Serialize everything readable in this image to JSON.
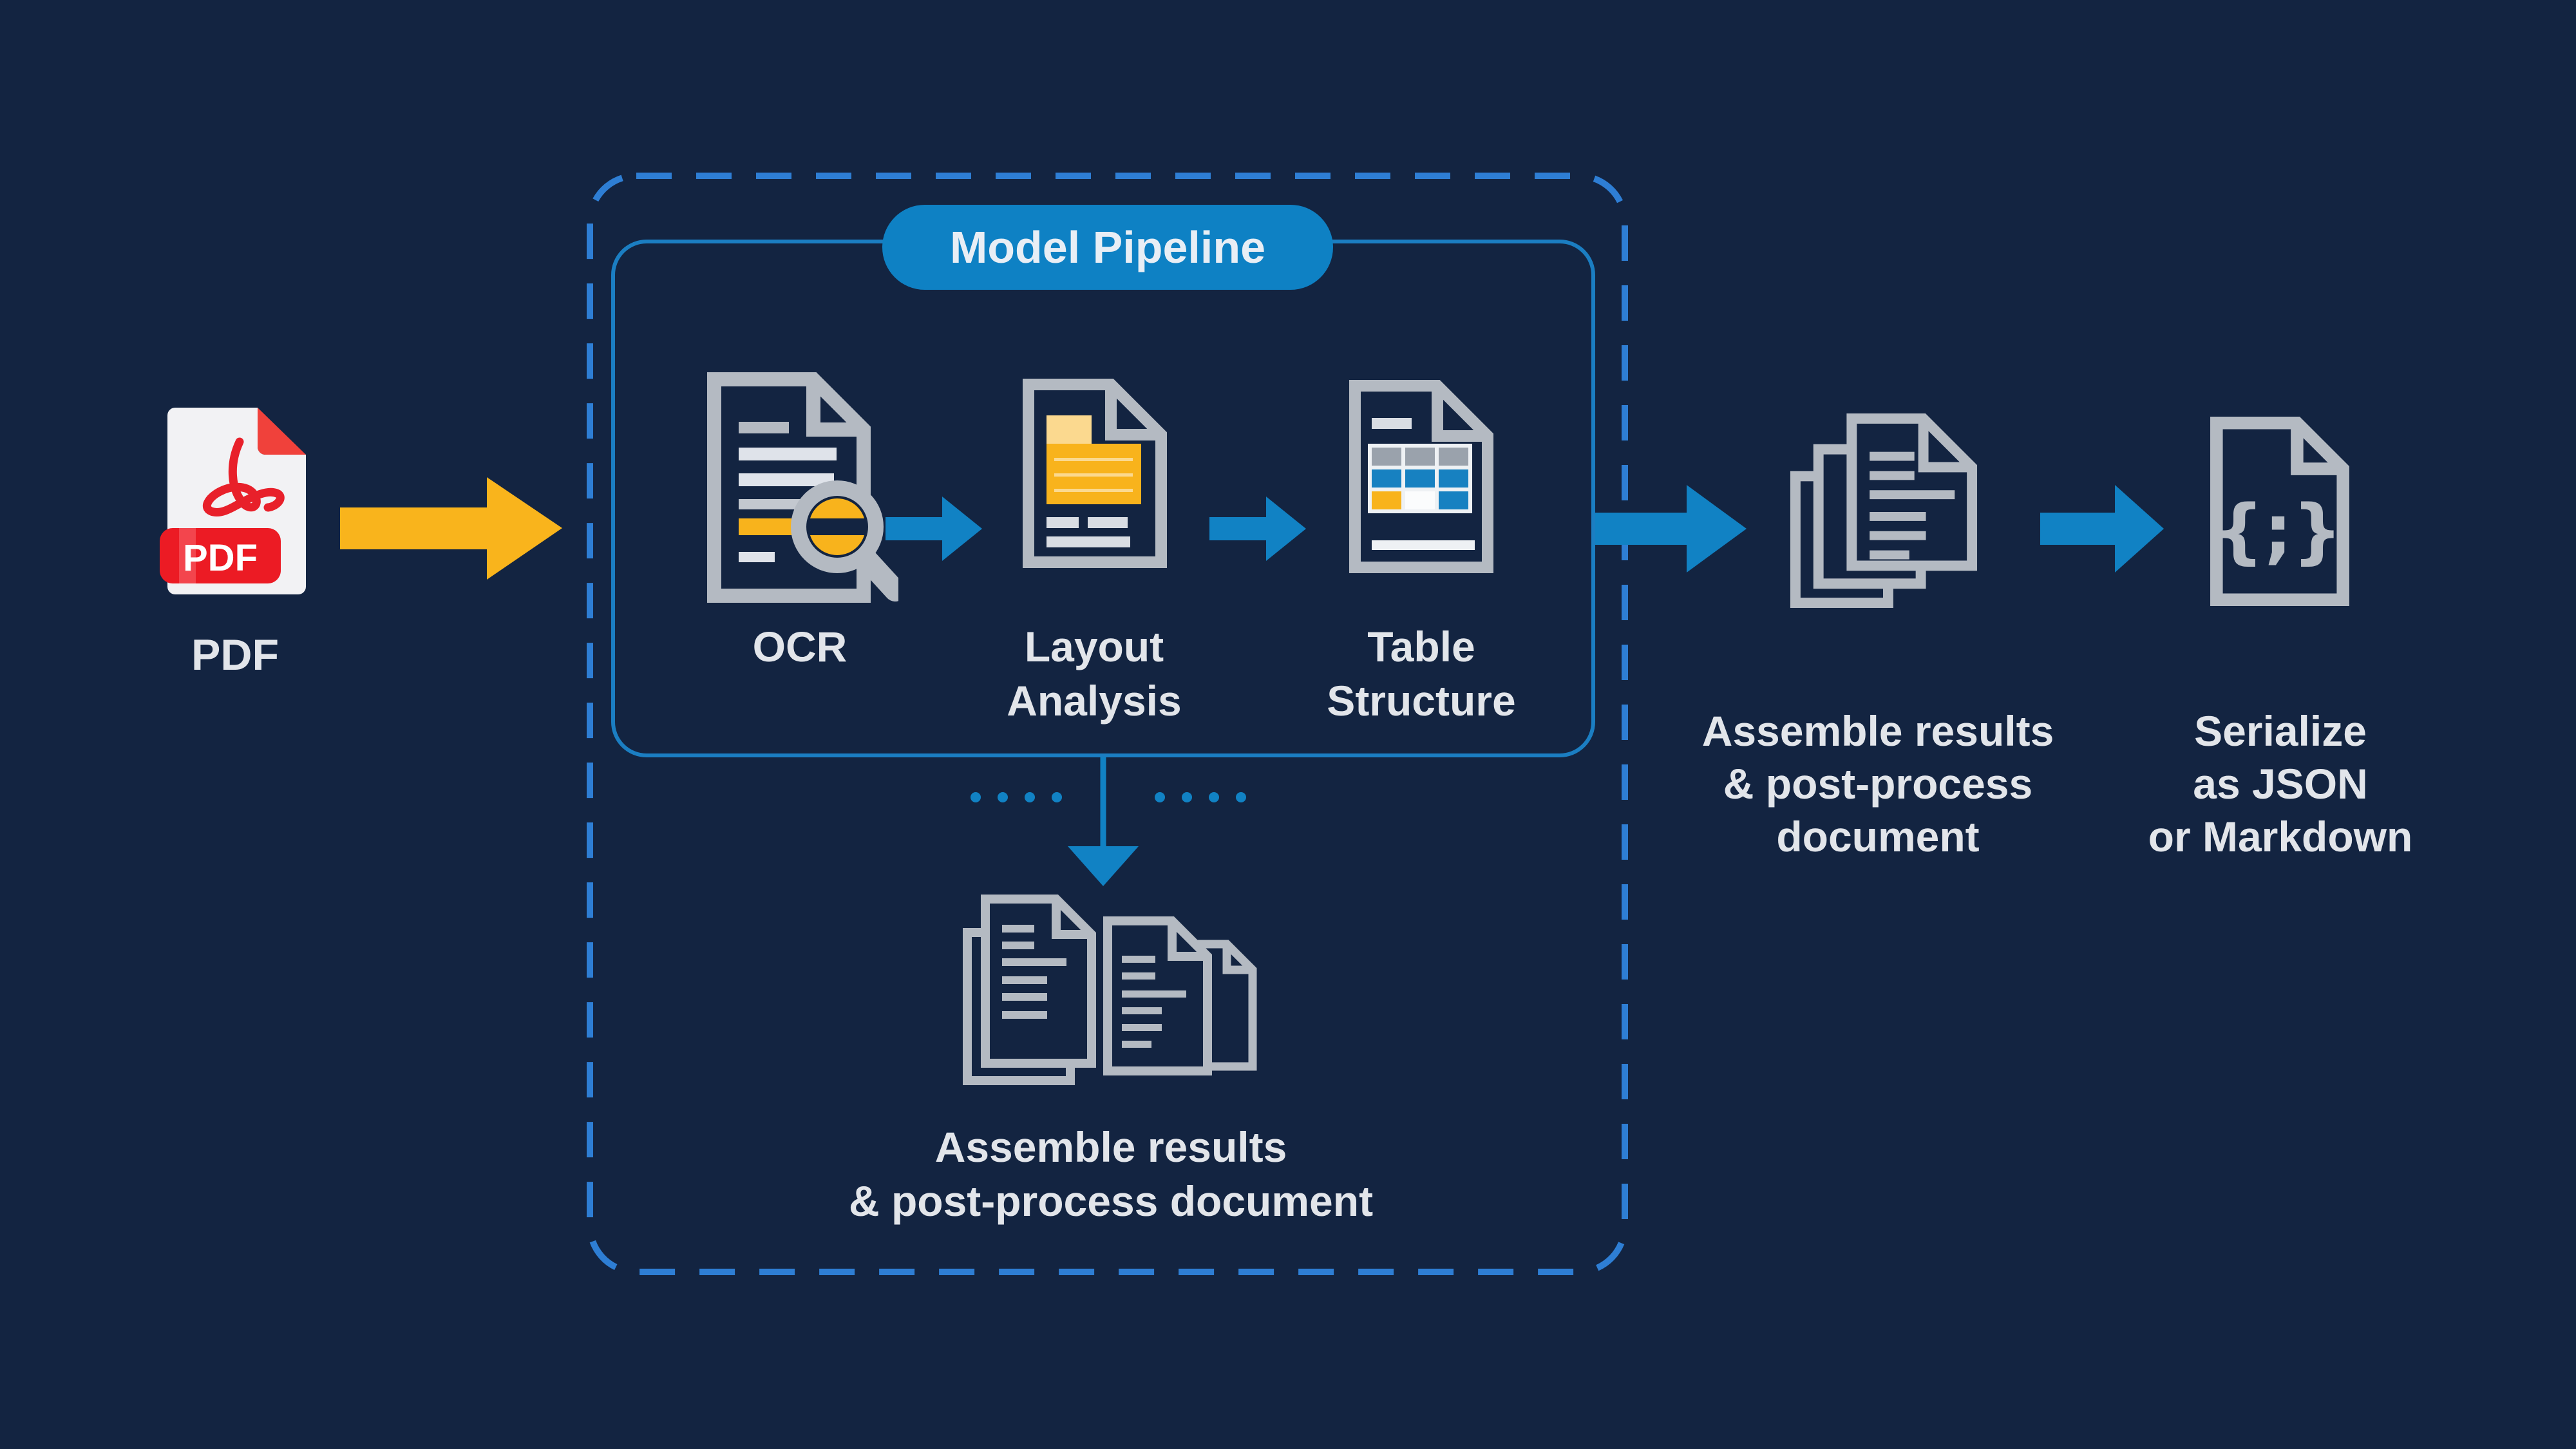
{
  "colors": {
    "background": "#132441",
    "accent_blue": "#1182c4",
    "dashed_border_blue": "#2e7ed4",
    "inner_border_blue": "#1b7ec2",
    "pill_blue": "#0e81c4",
    "icon_gray": "#b4bac2",
    "text_light": "#e2e5ea",
    "yellow": "#f8b31c",
    "cream": "#fbd98f",
    "pdf_red": "#ec1b24",
    "pdf_fold_red": "#f0413b",
    "table_cell_gray": "#9aa2ac",
    "table_cell_blue": "#1781c1"
  },
  "pdf_input": {
    "caption": "PDF",
    "badge": "PDF"
  },
  "model_pipeline": {
    "title": "Model Pipeline",
    "stages": [
      {
        "name": "ocr",
        "lines": [
          "OCR"
        ]
      },
      {
        "name": "layout-analysis",
        "lines": [
          "Layout",
          "Analysis"
        ]
      },
      {
        "name": "table-structure",
        "lines": [
          "Table",
          "Structure"
        ]
      }
    ],
    "assemble": {
      "lines": [
        "Assemble results",
        "& post-process document"
      ]
    }
  },
  "outputs": {
    "assemble": {
      "lines": [
        "Assemble results",
        "& post-process",
        "document"
      ]
    },
    "serialize": {
      "lines": [
        "Serialize",
        "as JSON",
        "or Markdown"
      ]
    }
  },
  "json_icon_glyph": "{;}"
}
